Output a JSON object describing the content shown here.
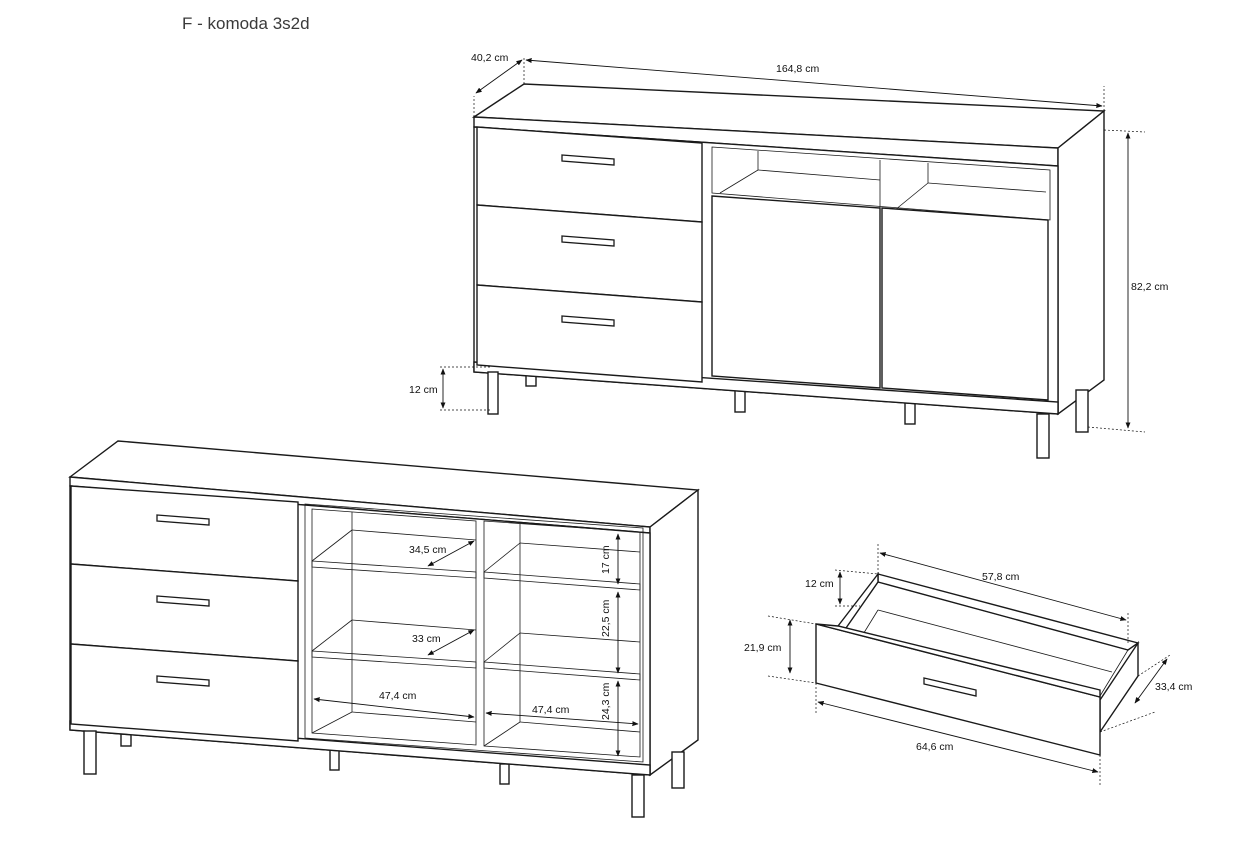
{
  "title": "F - komoda 3s2d",
  "views": {
    "front_closed": {
      "depth": "40,2 cm",
      "width": "164,8 cm",
      "height": "82,2 cm",
      "leg_height": "12 cm"
    },
    "front_open": {
      "shelf_depth_top": "34,5 cm",
      "shelf_depth_mid": "33 cm",
      "compartment_height_top": "17 cm",
      "compartment_height_mid": "22,5 cm",
      "compartment_height_bottom": "24,3 cm",
      "compartment_width_left": "47,4 cm",
      "compartment_width_right": "47,4 cm"
    },
    "drawer": {
      "inner_length": "57,8 cm",
      "inner_height": "12 cm",
      "front_height": "21,9 cm",
      "depth": "33,4 cm",
      "front_width": "64,6 cm"
    }
  }
}
